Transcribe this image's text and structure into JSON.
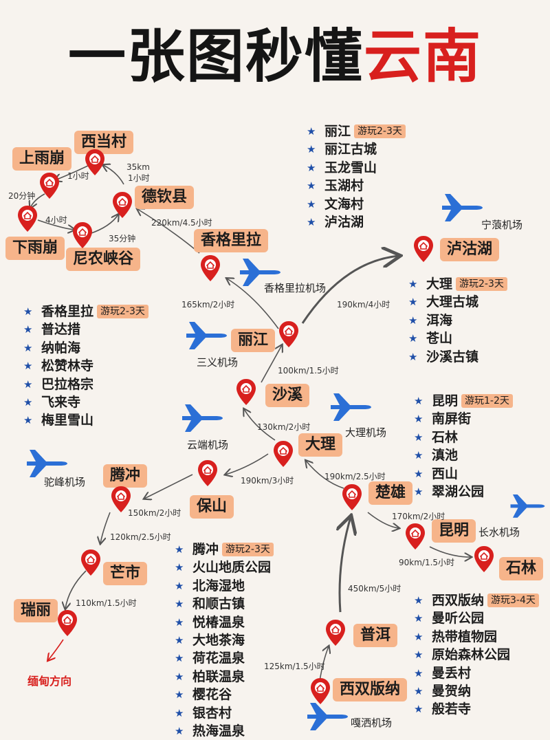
{
  "title": {
    "part1": "一张图秒懂",
    "part2": "云南"
  },
  "places": {
    "xidangcun": "西当村",
    "shangyubeng": "上雨崩",
    "xiayubeng": "下雨崩",
    "deqin": "德钦县",
    "ninongxiagu": "尼农峡谷",
    "shangrila": "香格里拉",
    "lijiang": "丽江",
    "shaxi": "沙溪",
    "dali": "大理",
    "tengchong": "腾冲",
    "baoshan": "保山",
    "mangshi": "芒市",
    "ruili": "瑞丽",
    "chuxiong": "楚雄",
    "kunming": "昆明",
    "shilin": "石林",
    "puer": "普洱",
    "xishuangbanna": "西双版纳",
    "luguhu": "泸沽湖"
  },
  "airports": {
    "ninglang": "宁蒗机场",
    "shangrila": "香格里拉机场",
    "sanyi": "三义机场",
    "yunduan": "云端机场",
    "dali": "大理机场",
    "tuofeng": "驼峰机场",
    "changshui": "长水机场",
    "gasa": "嘎洒机场"
  },
  "distances": {
    "d1": "35km",
    "d2": "1小时",
    "d3": "1小时",
    "d4": "20分钟",
    "d5": "4小时",
    "d6": "35分钟",
    "d7": "220km/4.5小时",
    "d8": "165km/2小时",
    "d9": "190km/4小时",
    "d10": "100km/1.5小时",
    "d11": "130km/2小时",
    "d12": "190km/3小时",
    "d13": "190km/2.5小时",
    "d14": "150km/2小时",
    "d15": "120km/2.5小时",
    "d16": "170km/2小时",
    "d17": "90km/1.5小时",
    "d18": "110km/1.5小时",
    "d19": "450km/5小时",
    "d20": "125km/1.5小时"
  },
  "direction": "缅甸方向",
  "lists": {
    "lijiang": {
      "items": [
        "丽江",
        "丽江古城",
        "玉龙雪山",
        "玉湖村",
        "文海村",
        "泸沽湖"
      ],
      "badge": "游玩2-3天"
    },
    "dali": {
      "items": [
        "大理",
        "大理古城",
        "洱海",
        "苍山",
        "沙溪古镇"
      ],
      "badge": "游玩2-3天"
    },
    "shangrila": {
      "items": [
        "香格里拉",
        "普达措",
        "纳帕海",
        "松赞林寺",
        "巴拉格宗",
        "飞来寺",
        "梅里雪山"
      ],
      "badge": "游玩2-3天"
    },
    "kunming": {
      "items": [
        "昆明",
        "南屏街",
        "石林",
        "滇池",
        "西山",
        "翠湖公园"
      ],
      "badge": "游玩1-2天"
    },
    "tengchong": {
      "items": [
        "腾冲",
        "火山地质公园",
        "北海湿地",
        "和顺古镇",
        "悦椿温泉",
        "大地茶海",
        "荷花温泉",
        "柏联温泉",
        "樱花谷",
        "银杏村",
        "热海温泉"
      ],
      "badge": "游玩2-3天"
    },
    "xishuangbanna": {
      "items": [
        "西双版纳",
        "曼听公园",
        "热带植物园",
        "原始森林公园",
        "曼丢村",
        "曼贺纳",
        "般若寺"
      ],
      "badge": "游玩3-4天"
    }
  },
  "colors": {
    "accent": "#d8201e",
    "label_bg": "#f6b48a",
    "star": "#1f4fa8",
    "plane": "#2b6fd6"
  }
}
